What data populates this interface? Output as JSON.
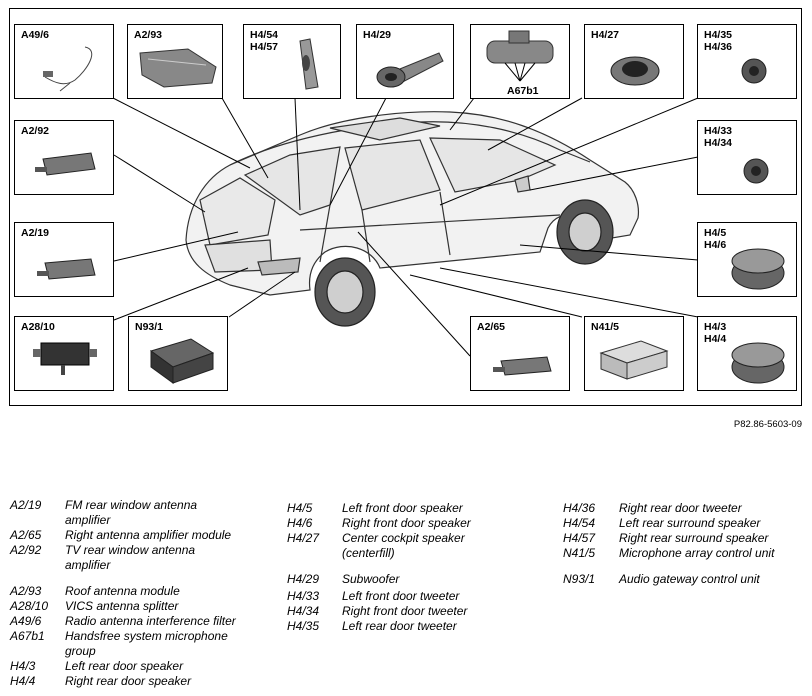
{
  "figure_id": "P82.86-5603-09",
  "component_boxes": [
    {
      "id": "a49-6",
      "label": "A49/6"
    },
    {
      "id": "a2-93",
      "label": "A2/93"
    },
    {
      "id": "h4-54-57",
      "label": "H4/54\nH4/57"
    },
    {
      "id": "h4-29",
      "label": "H4/29"
    },
    {
      "id": "a67b1",
      "label": "A67b1"
    },
    {
      "id": "h4-27",
      "label": "H4/27"
    },
    {
      "id": "h4-35-36",
      "label": "H4/35\nH4/36"
    },
    {
      "id": "a2-92",
      "label": "A2/92"
    },
    {
      "id": "h4-33-34",
      "label": "H4/33\nH4/34"
    },
    {
      "id": "a2-19",
      "label": "A2/19"
    },
    {
      "id": "h4-5-6",
      "label": "H4/5\nH4/6"
    },
    {
      "id": "a28-10",
      "label": "A28/10"
    },
    {
      "id": "n93-1",
      "label": "N93/1"
    },
    {
      "id": "a2-65",
      "label": "A2/65"
    },
    {
      "id": "n41-5",
      "label": "N41/5"
    },
    {
      "id": "h4-3-4",
      "label": "H4/3\nH4/4"
    }
  ],
  "legend": [
    {
      "code": "A2/19",
      "desc": "FM rear window antenna amplifier"
    },
    {
      "code": "A2/65",
      "desc": "Right antenna amplifier module"
    },
    {
      "code": "A2/92",
      "desc": "TV rear window antenna amplifier"
    },
    {
      "code": "A2/93",
      "desc": "Roof antenna module"
    },
    {
      "code": "A28/10",
      "desc": "VICS antenna splitter"
    },
    {
      "code": "A49/6",
      "desc": "Radio antenna interference filter"
    },
    {
      "code": "A67b1",
      "desc": "Handsfree system microphone group"
    },
    {
      "code": "H4/3",
      "desc": "Left rear door speaker"
    },
    {
      "code": "H4/4",
      "desc": "Right rear door speaker"
    },
    {
      "code": "H4/5",
      "desc": "Left front door speaker"
    },
    {
      "code": "H4/6",
      "desc": "Right front door speaker"
    },
    {
      "code": "H4/27",
      "desc": "Center cockpit speaker (centerfill)"
    },
    {
      "code": "H4/29",
      "desc": "Subwoofer"
    },
    {
      "code": "H4/33",
      "desc": "Left front door tweeter"
    },
    {
      "code": "H4/34",
      "desc": "Right front door tweeter"
    },
    {
      "code": "H4/35",
      "desc": "Left rear door tweeter"
    },
    {
      "code": "H4/36",
      "desc": "Right rear door tweeter"
    },
    {
      "code": "H4/54",
      "desc": "Left rear surround speaker"
    },
    {
      "code": "H4/57",
      "desc": "Right rear surround speaker"
    },
    {
      "code": "N41/5",
      "desc": "Microphone array control unit"
    },
    {
      "code": "N93/1",
      "desc": "Audio gateway control unit"
    }
  ]
}
